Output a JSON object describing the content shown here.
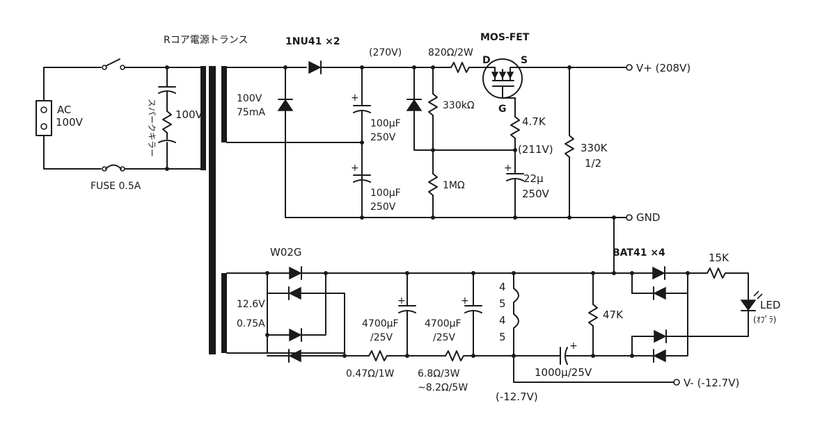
{
  "labels": {
    "ac": "AC",
    "ac_v": "100V",
    "fuse": "FUSE 0.5A",
    "spark": "スパークキラー",
    "spark_v": "100V",
    "trans": "Rコア電源トランス",
    "diode1": "1NU41 ×2",
    "v270": "(270V)",
    "r820": "820Ω/2W",
    "mos": "MOS-FET",
    "d": "D",
    "s": "S",
    "g": "G",
    "vplus": "V+ (208V)",
    "sec1_v": "100V",
    "sec1_a": "75mA",
    "c1": "100μF",
    "c1v": "250V",
    "c2": "100μF",
    "c2v": "250V",
    "r330k": "330kΩ",
    "r1m": "1MΩ",
    "r47k_top": "4.7K",
    "v211": "(211V)",
    "c22": "22μ",
    "c22v": "250V",
    "r330k2": "330K",
    "r330k2w": "1/2",
    "gnd": "GND",
    "bridge": "W02G",
    "sec2_v": "12.6V",
    "sec2_a": "0.75A",
    "c4700a": "4700μF",
    "c4700av": "/25V",
    "c4700b": "4700μF",
    "c4700bv": "/25V",
    "r047": "0.47Ω/1W",
    "r68": "6.8Ω/3W",
    "r82": "~8.2Ω/5W",
    "coil1": "4",
    "coil2": "5",
    "coil3": "4",
    "coil4": "5",
    "r47k": "47K",
    "c1000": "1000μ/25V",
    "bat": "BAT41 ×4",
    "r15k": "15K",
    "led": "LED",
    "led_note": "(ｵﾌﾟﾗ)",
    "vminus": "V- (-12.7V)",
    "vneg": "(-12.7V)",
    "plus": "+"
  }
}
